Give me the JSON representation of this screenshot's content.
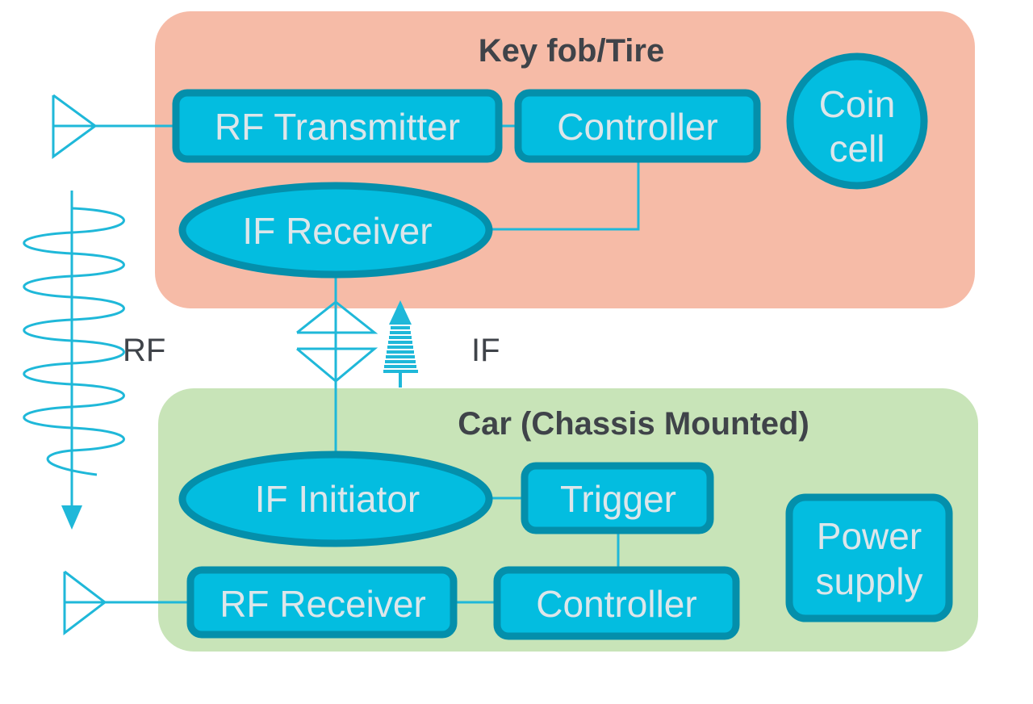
{
  "colors": {
    "keyfob_panel": "#f6bba7",
    "car_panel": "#c8e4b8",
    "block_fill": "#03bde0",
    "block_border": "#048fab",
    "block_text": "#dde6ea",
    "title_text": "#3f4349",
    "wire": "#1fb8d9"
  },
  "keyfob": {
    "title": "Key fob/Tire",
    "blocks": {
      "rf_transmitter": "RF Transmitter",
      "controller": "Controller",
      "if_receiver": "IF Receiver",
      "coin_cell_line1": "Coin",
      "coin_cell_line2": "cell"
    }
  },
  "car": {
    "title": "Car (Chassis Mounted)",
    "blocks": {
      "if_initiator": "IF Initiator",
      "trigger": "Trigger",
      "rf_receiver": "RF Receiver",
      "controller": "Controller",
      "power_supply_line1": "Power",
      "power_supply_line2": "supply"
    }
  },
  "links": {
    "rf_label": "RF",
    "if_label": "IF"
  }
}
